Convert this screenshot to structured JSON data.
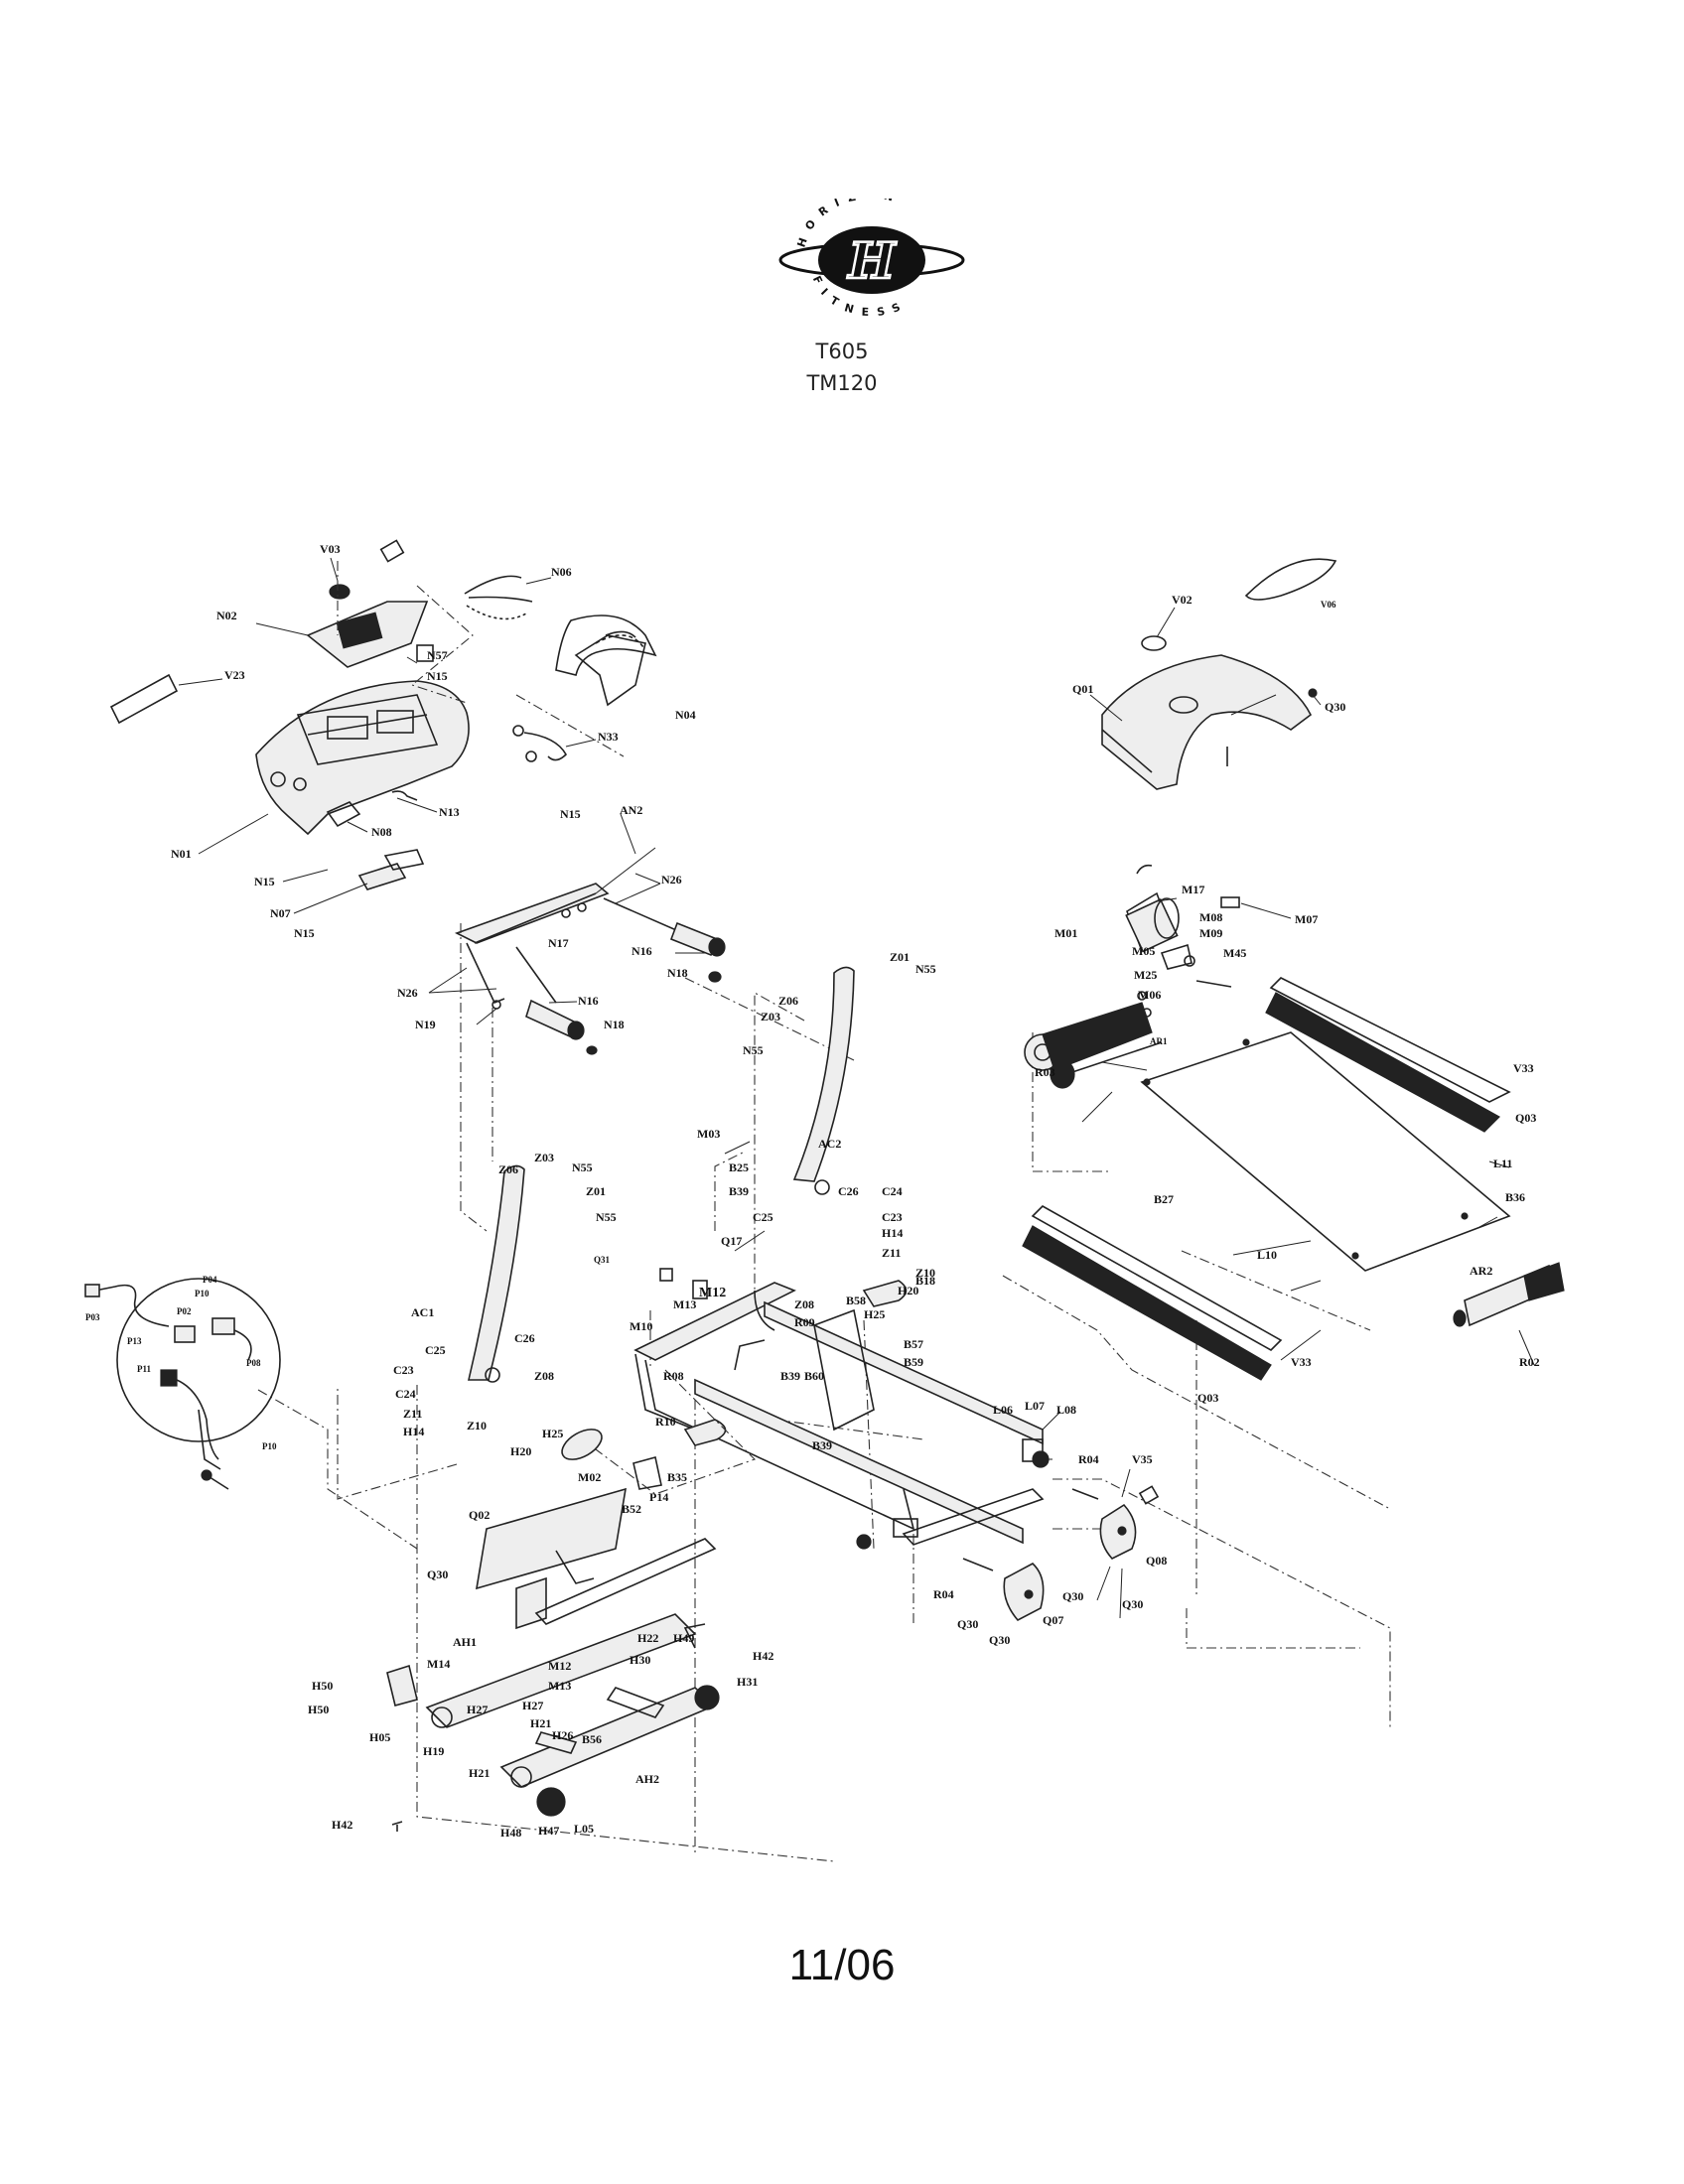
{
  "logo": {
    "top_text": "HORIZON",
    "bottom_text": "FITNESS",
    "monogram": "H"
  },
  "models": [
    "T605",
    "TM120"
  ],
  "date": "11/06",
  "labels": {
    "V03": "V03",
    "N02": "N02",
    "N06": "N06",
    "N57": "N57",
    "N15a": "N15",
    "V23": "V23",
    "N04": "N04",
    "N33": "N33",
    "N13": "N13",
    "N01": "N01",
    "N08": "N08",
    "N15b": "N15",
    "AN2": "AN2",
    "N26a": "N26",
    "N15c": "N15",
    "N07": "N07",
    "N15d": "N15",
    "N16a": "N16",
    "N17": "N17",
    "N18a": "N18",
    "N26b": "N26",
    "N16b": "N16",
    "N19": "N19",
    "N18b": "N18",
    "V02": "V02",
    "V06": "V06",
    "Q01": "Q01",
    "Q30a": "Q30",
    "Z01a": "Z01",
    "N55a": "N55",
    "Z06a": "Z06",
    "Z03a": "Z03",
    "N55b": "N55",
    "M03": "M03",
    "B25": "B25",
    "B39a": "B39",
    "AC2": "AC2",
    "C26a": "C26",
    "C24a": "C24",
    "C25a": "C25",
    "C23a": "C23",
    "H14a": "H14",
    "Z11a": "Z11",
    "Z10a": "Z10",
    "H20a": "H20",
    "Z08a": "Z08",
    "H25a": "H25",
    "Z06b": "Z06",
    "Z03b": "Z03",
    "N55c": "N55",
    "Z01b": "Z01",
    "N55d": "N55",
    "AC1": "AC1",
    "C23b": "C23",
    "C25b": "C25",
    "C24b": "C24",
    "C26b": "C26",
    "Z08b": "Z08",
    "Z11b": "Z11",
    "H14b": "H14",
    "Z10b": "Z10",
    "H20b": "H20",
    "H25b": "H25",
    "M17": "M17",
    "M01": "M01",
    "M08": "M08",
    "M07": "M07",
    "M09": "M09",
    "M05": "M05",
    "M45": "M45",
    "M25": "M25",
    "M06": "M06",
    "V33a": "V33",
    "R03": "R03",
    "AR1": "AR1",
    "Q03a": "Q03",
    "L11": "L11",
    "B27": "B27",
    "B36": "B36",
    "L10": "L10",
    "AR2": "AR2",
    "V33b": "V33",
    "Q03b": "Q03",
    "R02": "R02",
    "Q31": "Q31",
    "Q17": "Q17",
    "M13a": "M13",
    "M12a": "M12",
    "B58": "B58",
    "B18": "B18",
    "M10": "M10",
    "R09": "R09",
    "B57": "B57",
    "B59": "B59",
    "R08": "R08",
    "B39b": "B39",
    "B60": "B60",
    "R10": "R10",
    "B39c": "B39",
    "M02": "M02",
    "B35": "B35",
    "B52": "B52",
    "P14": "P14",
    "L06": "L06",
    "L07": "L07",
    "L08": "L08",
    "R04a": "R04",
    "V35": "V35",
    "Q08": "Q08",
    "R04b": "R04",
    "Q30b": "Q30",
    "Q30c": "Q30",
    "Q07": "Q07",
    "Q30d": "Q30",
    "Q30e": "Q30",
    "P03": "P03",
    "P04": "P04",
    "P10a": "P10",
    "P02": "P02",
    "P13": "P13",
    "P08": "P08",
    "P11": "P11",
    "P10b": "P10",
    "Q02": "Q02",
    "Q30f": "Q30",
    "AH1": "AH1",
    "M14": "M14",
    "M12b": "M12",
    "M13b": "M13",
    "H22": "H22",
    "H49": "H49",
    "H42a": "H42",
    "H30": "H30",
    "H31": "H31",
    "H50a": "H50",
    "H50b": "H50",
    "H27a": "H27",
    "H27b": "H27",
    "H21a": "H21",
    "H05": "H05",
    "H19": "H19",
    "H26": "H26",
    "B56": "B56",
    "H21b": "H21",
    "AH2": "AH2",
    "H42b": "H42",
    "H48": "H48",
    "H47": "H47",
    "L05": "L05"
  }
}
